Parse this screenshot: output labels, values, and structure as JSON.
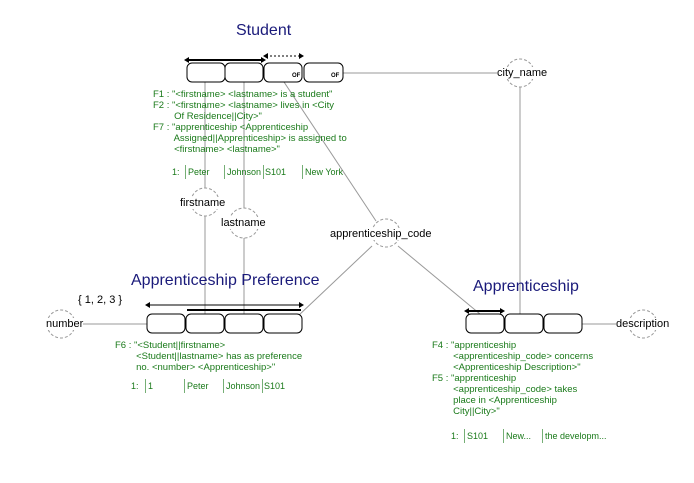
{
  "entities": {
    "student": "Student",
    "apprenticeship_preference": "Apprenticeship Preference",
    "apprenticeship": "Apprenticeship"
  },
  "roles": {
    "city_name": "city_name",
    "firstname": "firstname",
    "lastname": "lastname",
    "apprenticeship_code": "apprenticeship_code",
    "number": "number",
    "description": "description"
  },
  "markers": {
    "of": "OF",
    "set": "{ 1, 2, 3 }"
  },
  "student_facts": {
    "f1": "F1 : \"<firstname> <lastname> is a student\"",
    "f2": "F2 : \"<firstname> <lastname> lives in <City\n        Of Residence||City>\"",
    "f7": "F7 : \"apprenticeship <Apprenticeship\n        Assigned||Apprenticeship> is assigned to\n        <firstname> <lastname>\""
  },
  "student_pop": [
    "1:",
    "Peter",
    "Johnson",
    "S101",
    "New York"
  ],
  "pref_fact": "F6 : \"<Student||firstname>\n        <Student||lastname> has as preference\n        no. <number> <Apprenticeship>\"",
  "pref_pop": [
    "1:",
    "1",
    "Peter",
    "Johnson",
    "S101"
  ],
  "app_facts": {
    "f4": "F4 : \"apprenticeship\n        <apprenticeship_code> concerns\n        <Apprenticeship Description>\"",
    "f5": "F5 : \"apprenticeship\n        <apprenticeship_code> takes\n        place in <Apprenticeship\n        City||City>\""
  },
  "app_pop": [
    "1:",
    "S101",
    "New...",
    "the developm..."
  ]
}
